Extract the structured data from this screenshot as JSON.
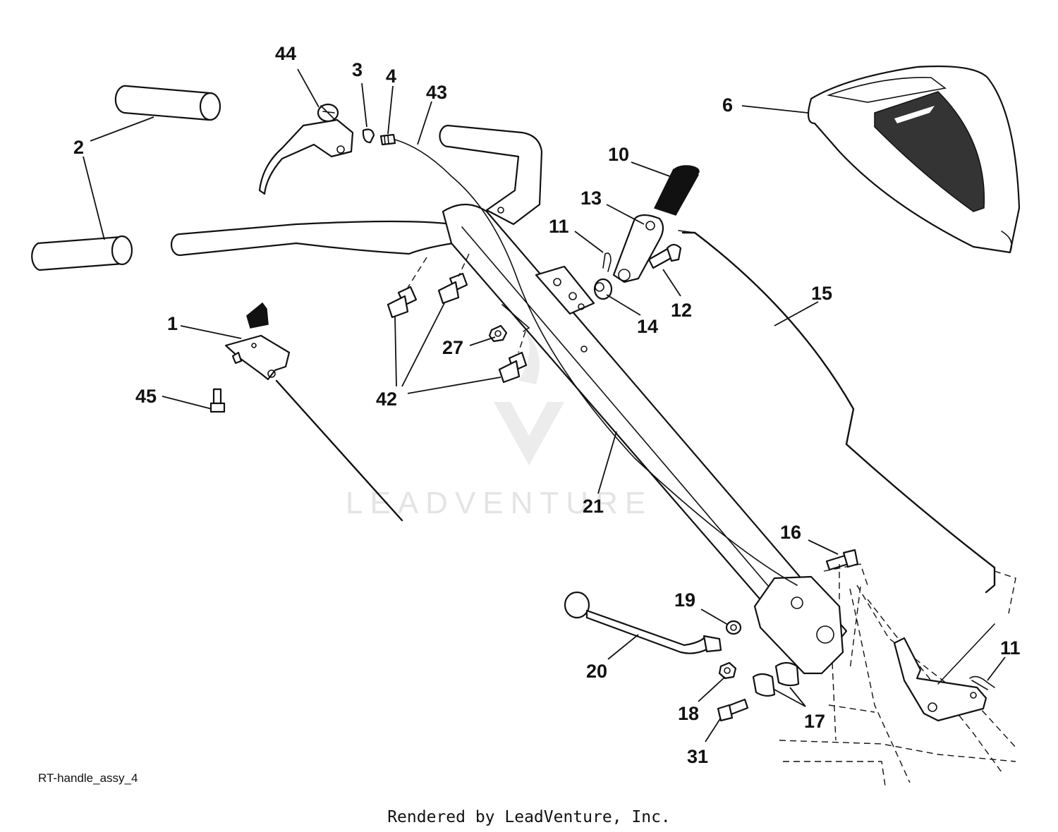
{
  "diagram": {
    "code": "RT-handle_assy_4",
    "credit": "Rendered by LeadVenture, Inc.",
    "watermark": "LEADVENTURE",
    "callouts": [
      {
        "id": "c44",
        "label": "44"
      },
      {
        "id": "c3",
        "label": "3"
      },
      {
        "id": "c4",
        "label": "4"
      },
      {
        "id": "c43",
        "label": "43"
      },
      {
        "id": "c6",
        "label": "6"
      },
      {
        "id": "c2",
        "label": "2"
      },
      {
        "id": "c10",
        "label": "10"
      },
      {
        "id": "c13",
        "label": "13"
      },
      {
        "id": "c11a",
        "label": "11"
      },
      {
        "id": "c15",
        "label": "15"
      },
      {
        "id": "c12",
        "label": "12"
      },
      {
        "id": "c14",
        "label": "14"
      },
      {
        "id": "c1",
        "label": "1"
      },
      {
        "id": "c27",
        "label": "27"
      },
      {
        "id": "c45",
        "label": "45"
      },
      {
        "id": "c42",
        "label": "42"
      },
      {
        "id": "c21",
        "label": "21"
      },
      {
        "id": "c16",
        "label": "16"
      },
      {
        "id": "c19",
        "label": "19"
      },
      {
        "id": "c11b",
        "label": "11"
      },
      {
        "id": "c20",
        "label": "20"
      },
      {
        "id": "c18",
        "label": "18"
      },
      {
        "id": "c17",
        "label": "17"
      },
      {
        "id": "c31",
        "label": "31"
      }
    ]
  }
}
